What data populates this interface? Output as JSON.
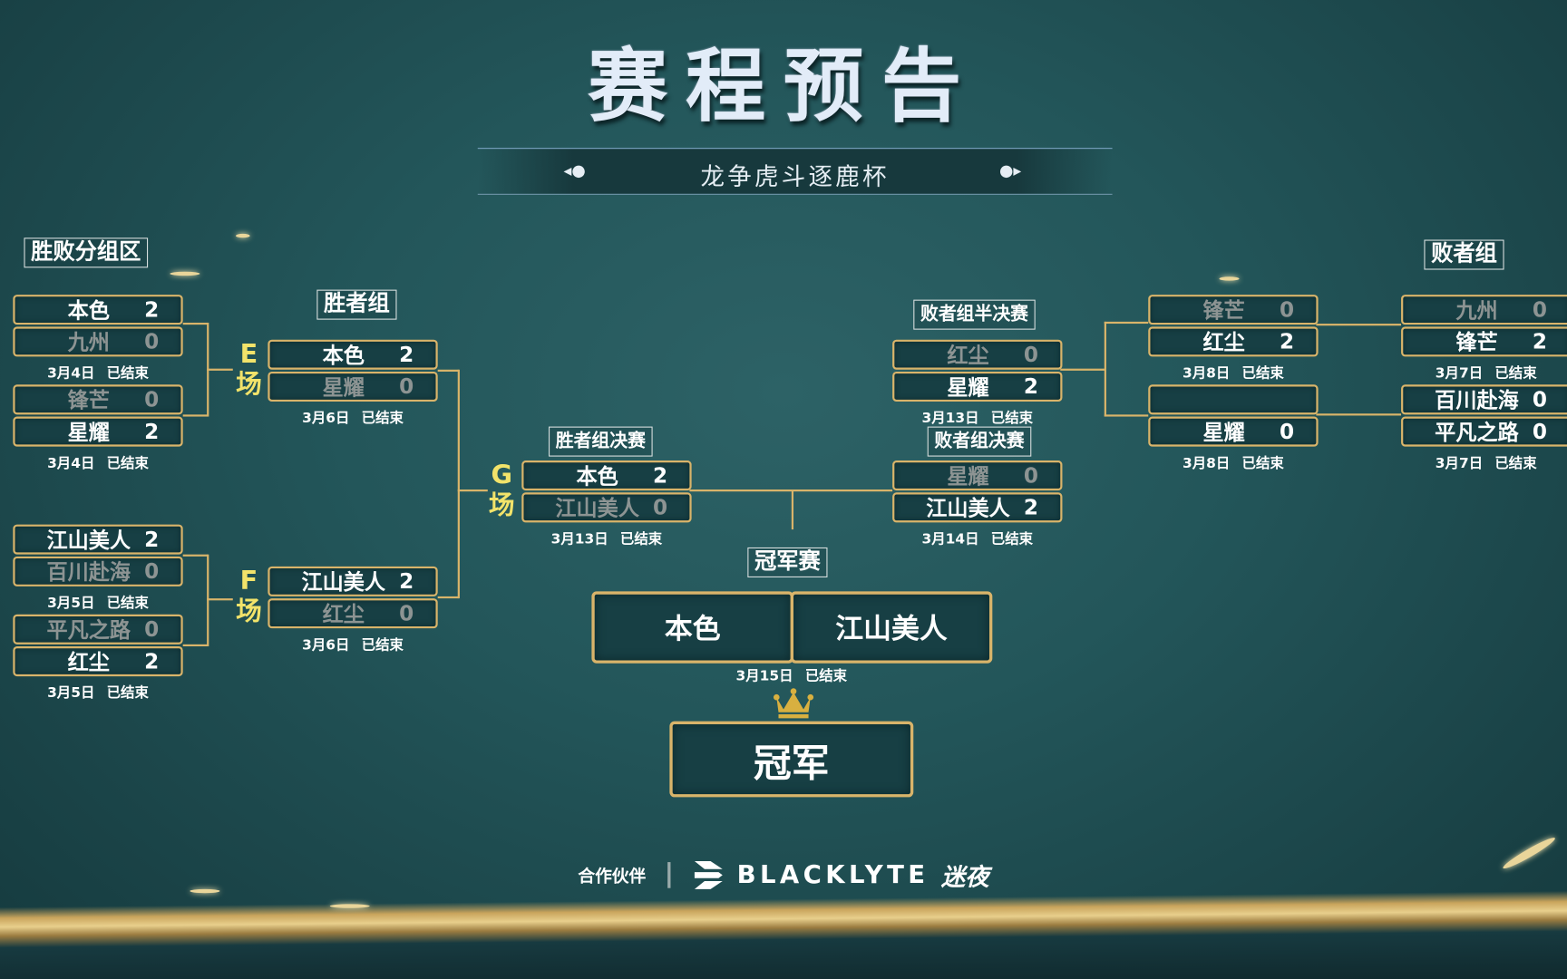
{
  "header": {
    "title": "赛程预告",
    "subtitle": "龙争虎斗逐鹿杯"
  },
  "labels": {
    "group_stage": "胜败分组区",
    "winners": "胜者组",
    "winners_final": "胜者组决赛",
    "losers_semi": "败者组半决赛",
    "losers_final": "败者组决赛",
    "losers": "败者组",
    "grand_final": "冠军赛",
    "champion": "冠军"
  },
  "stages": {
    "E": [
      "E",
      "场"
    ],
    "F": [
      "F",
      "场"
    ],
    "G": [
      "G",
      "场"
    ]
  },
  "matches": [
    {
      "teams": [
        {
          "name": "本色",
          "score": "2",
          "lost": false
        },
        {
          "name": "九州",
          "score": "0",
          "lost": true
        }
      ],
      "date": "3月4日",
      "status": "已结束"
    },
    {
      "teams": [
        {
          "name": "锋芒",
          "score": "0",
          "lost": true
        },
        {
          "name": "星耀",
          "score": "2",
          "lost": false
        }
      ],
      "date": "3月4日",
      "status": "已结束"
    },
    {
      "teams": [
        {
          "name": "江山美人",
          "score": "2",
          "lost": false
        },
        {
          "name": "百川赴海",
          "score": "0",
          "lost": true
        }
      ],
      "date": "3月5日",
      "status": "已结束"
    },
    {
      "teams": [
        {
          "name": "平凡之路",
          "score": "0",
          "lost": true
        },
        {
          "name": "红尘",
          "score": "2",
          "lost": false
        }
      ],
      "date": "3月5日",
      "status": "已结束"
    },
    {
      "teams": [
        {
          "name": "本色",
          "score": "2",
          "lost": false
        },
        {
          "name": "星耀",
          "score": "0",
          "lost": true
        }
      ],
      "date": "3月6日",
      "status": "已结束"
    },
    {
      "teams": [
        {
          "name": "江山美人",
          "score": "2",
          "lost": false
        },
        {
          "name": "红尘",
          "score": "0",
          "lost": true
        }
      ],
      "date": "3月6日",
      "status": "已结束"
    },
    {
      "teams": [
        {
          "name": "本色",
          "score": "2",
          "lost": false
        },
        {
          "name": "江山美人",
          "score": "0",
          "lost": true
        }
      ],
      "date": "3月13日",
      "status": "已结束"
    },
    {
      "teams": [
        {
          "name": "红尘",
          "score": "0",
          "lost": true
        },
        {
          "name": "星耀",
          "score": "2",
          "lost": false
        }
      ],
      "date": "3月13日",
      "status": "已结束"
    },
    {
      "teams": [
        {
          "name": "星耀",
          "score": "0",
          "lost": true
        },
        {
          "name": "江山美人",
          "score": "2",
          "lost": false
        }
      ],
      "date": "3月14日",
      "status": "已结束"
    },
    {
      "teams": [
        {
          "name": "锋芒",
          "score": "0",
          "lost": true
        },
        {
          "name": "红尘",
          "score": "2",
          "lost": false
        }
      ],
      "date": "3月8日",
      "status": "已结束"
    },
    {
      "teams": [
        {
          "name": "",
          "score": "",
          "lost": false
        },
        {
          "name": "星耀",
          "score": "0",
          "lost": false
        }
      ],
      "date": "3月8日",
      "status": "已结束"
    },
    {
      "teams": [
        {
          "name": "九州",
          "score": "0",
          "lost": true
        },
        {
          "name": "锋芒",
          "score": "2",
          "lost": false
        }
      ],
      "date": "3月7日",
      "status": "已结束"
    },
    {
      "teams": [
        {
          "name": "百川赴海",
          "score": "0",
          "lost": false
        },
        {
          "name": "平凡之路",
          "score": "0",
          "lost": false
        }
      ],
      "date": "3月7日",
      "status": "已结束"
    }
  ],
  "grand_final": {
    "team1": "本色",
    "team2": "江山美人",
    "date": "3月15日",
    "status": "已结束"
  },
  "footer": {
    "partner_label": "合作伙伴",
    "brand": "BLACKLYTE",
    "brand_cn": "迷夜"
  },
  "colors": {
    "gold": "#d9b46a",
    "stage_letter": "#f2e36a",
    "loser_text": "#8d9493",
    "background": "#23565a"
  }
}
